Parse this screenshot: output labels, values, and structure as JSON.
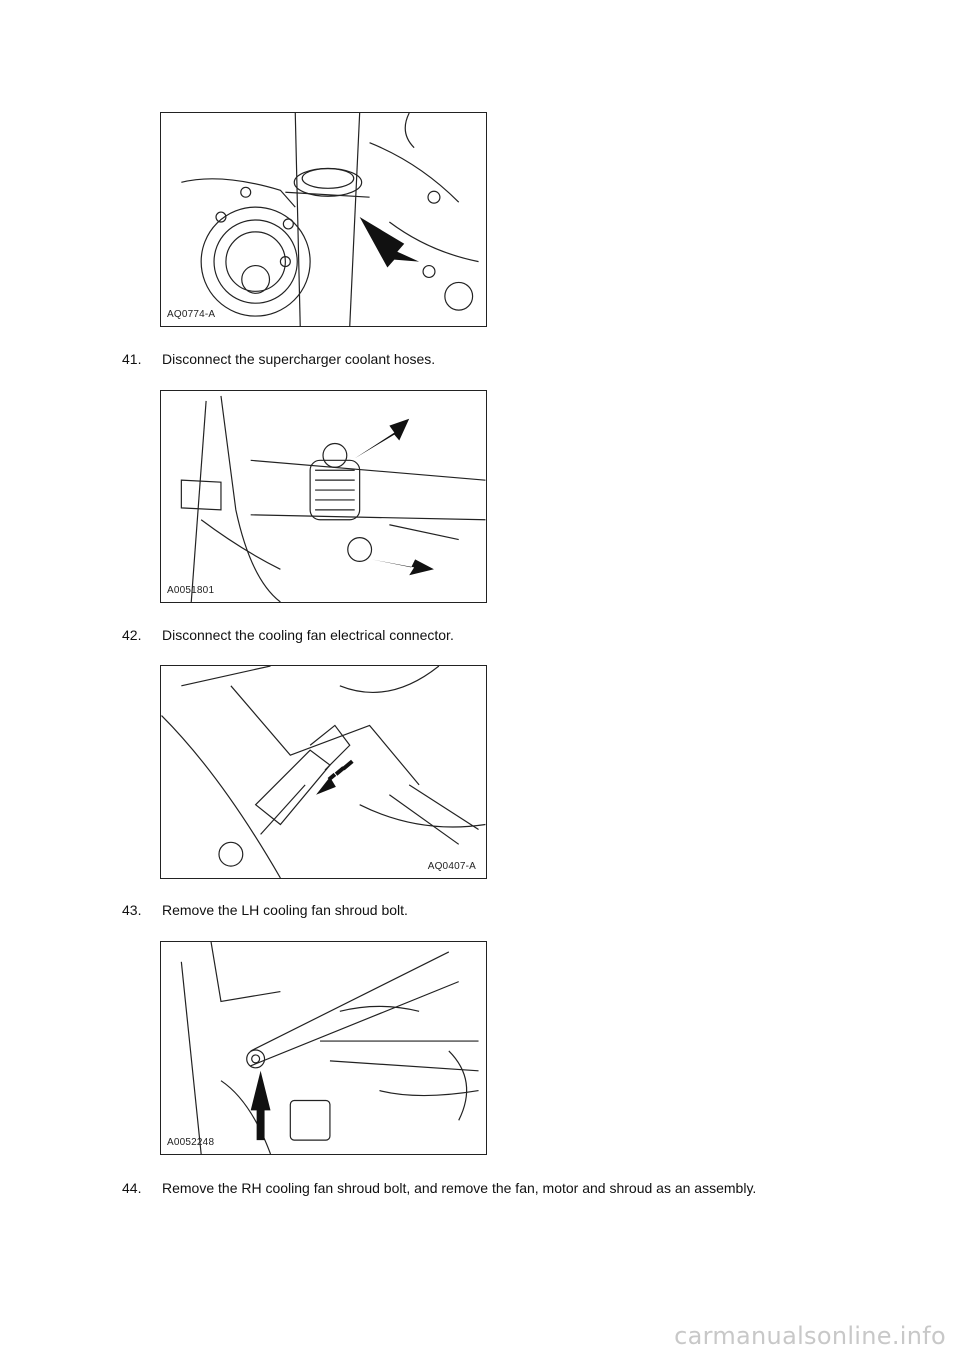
{
  "figures": [
    {
      "code": "AQ0774-A"
    },
    {
      "code": "A0051801"
    },
    {
      "code": "AQ0407-A"
    },
    {
      "code": "A0052248"
    }
  ],
  "steps": [
    {
      "number": "41.",
      "text": "Disconnect the supercharger coolant hoses."
    },
    {
      "number": "42.",
      "text": "Disconnect the cooling fan electrical connector."
    },
    {
      "number": "43.",
      "text": "Remove the LH cooling fan shroud bolt."
    },
    {
      "number": "44.",
      "text": "Remove the RH cooling fan shroud bolt, and remove the fan, motor and shroud as an assembly."
    }
  ],
  "watermark": "carmanualsonline.info"
}
